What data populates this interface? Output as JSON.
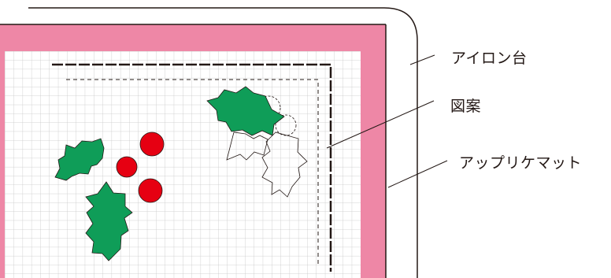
{
  "diagram": {
    "callouts": [
      {
        "id": "ironing-board",
        "text": "アイロン台"
      },
      {
        "id": "design",
        "text": "図案"
      },
      {
        "id": "applique-mat",
        "text": "アップリケマット"
      }
    ]
  },
  "colors": {
    "ironing_board_outline": "#231815",
    "mat_pink": "#ee87a6",
    "grid_line": "#c8c8c8",
    "grid_background": "#ffffff",
    "leaf_green": "#0f9d58",
    "berry_red": "#e60012",
    "outline": "#231815"
  }
}
